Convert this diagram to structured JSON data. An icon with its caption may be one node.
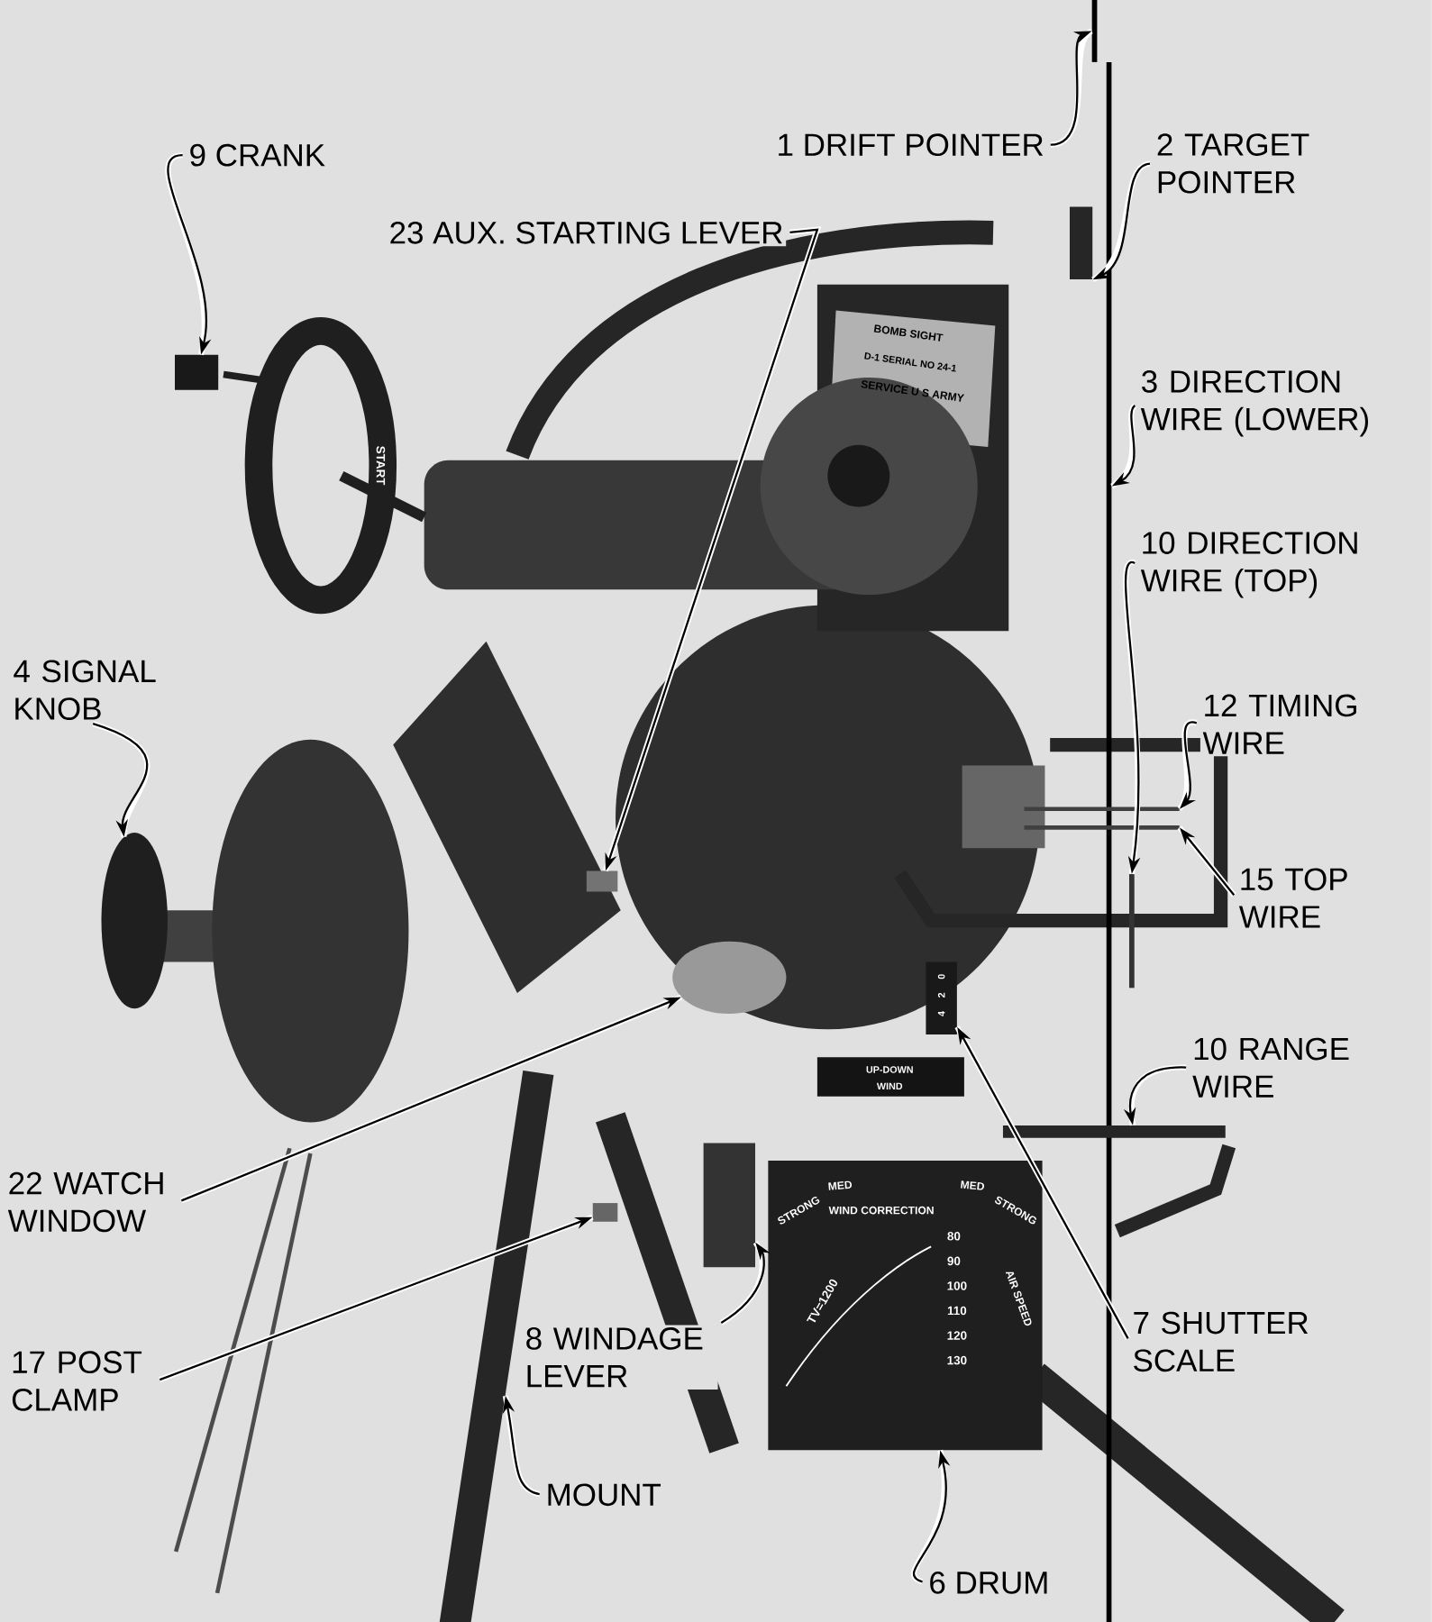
{
  "diagram": {
    "nodes": [
      {
        "text": [
          "9 CRANK"
        ]
      },
      {
        "text": [
          "1 DRIFT POINTER"
        ]
      },
      {
        "text": [
          "2 TARGET POINTER"
        ]
      },
      {
        "text": [
          "23 AUX. STARTING LEVER"
        ]
      },
      {
        "text": [
          "3 DIRECTION WIRE (LOWER)"
        ]
      },
      {
        "text": [
          "10 DIRECTION WIRE (TOP)"
        ]
      },
      {
        "text": [
          "4 SIGNAL KNOB"
        ]
      },
      {
        "text": [
          "12 TIMING WIRE"
        ]
      },
      {
        "text": [
          "15 TOP WIRE"
        ]
      },
      {
        "text": [
          "10 RANGE WIRE"
        ]
      },
      {
        "text": [
          "22 WATCH WINDOW"
        ]
      },
      {
        "text": [
          "17 POST CLAMP"
        ]
      },
      {
        "text": [
          "8 WINDAGE LEVER"
        ]
      },
      {
        "text": [
          "7 SHUTTER SCALE"
        ]
      },
      {
        "text": [
          "MOUNT"
        ]
      },
      {
        "text": [
          "6 DRUM"
        ]
      },
      {
        "text": [],
        "shape": "box"
      },
      {
        "text": [],
        "shape": "bar"
      },
      {
        "text": [],
        "shape": "box"
      },
      {
        "text": [],
        "shape": "box"
      },
      {
        "text": [],
        "shape": "bar"
      },
      {
        "text": [],
        "shape": "bar"
      },
      {
        "text": [],
        "shape": "circle"
      },
      {
        "text": [],
        "shape": "bar"
      },
      {
        "text": [],
        "shape": "bar"
      },
      {
        "text": [],
        "shape": "bar"
      },
      {
        "text": [],
        "shape": "circle"
      },
      {
        "text": [],
        "shape": "box"
      },
      {
        "text": [],
        "shape": "box"
      },
      {
        "text": [],
        "shape": "box"
      },
      {
        "text": [],
        "shape": "bar"
      },
      {
        "text": [],
        "shape": "cylinder"
      }
    ],
    "edges": [
      {
        "from": 0,
        "to": 16,
        "arrow": "to"
      },
      {
        "from": 1,
        "to": 17,
        "arrow": "to"
      },
      {
        "from": 2,
        "to": 18,
        "arrow": "to"
      },
      {
        "from": 3,
        "to": 19,
        "arrow": "to"
      },
      {
        "from": 4,
        "to": 20,
        "arrow": "to"
      },
      {
        "from": 5,
        "to": 21,
        "arrow": "to"
      },
      {
        "from": 6,
        "to": 22,
        "arrow": "to"
      },
      {
        "from": 7,
        "to": 23,
        "arrow": "to"
      },
      {
        "from": 8,
        "to": 24,
        "arrow": "to"
      },
      {
        "from": 9,
        "to": 25,
        "arrow": "to"
      },
      {
        "from": 10,
        "to": 26,
        "arrow": "to"
      },
      {
        "from": 11,
        "to": 27,
        "arrow": "to"
      },
      {
        "from": 12,
        "to": 28,
        "arrow": "to"
      },
      {
        "from": 13,
        "to": 29,
        "arrow": "to"
      },
      {
        "from": 14,
        "to": 30,
        "arrow": "to"
      },
      {
        "from": 15,
        "to": 31,
        "arrow": "to"
      }
    ],
    "labels": [
      "START",
      "BOMB SIGHT",
      "D-1 SERIAL NO 24-1",
      "SERVICE U S ARMY",
      "0",
      "2",
      "4",
      "UP-DOWN",
      "WIND",
      "STRONG",
      "MED",
      "WIND CORRECTION",
      "MED",
      "STRONG",
      "80",
      "90",
      "100",
      "110",
      "120",
      "130",
      "AIR SPEED",
      "TV=1200"
    ]
  }
}
